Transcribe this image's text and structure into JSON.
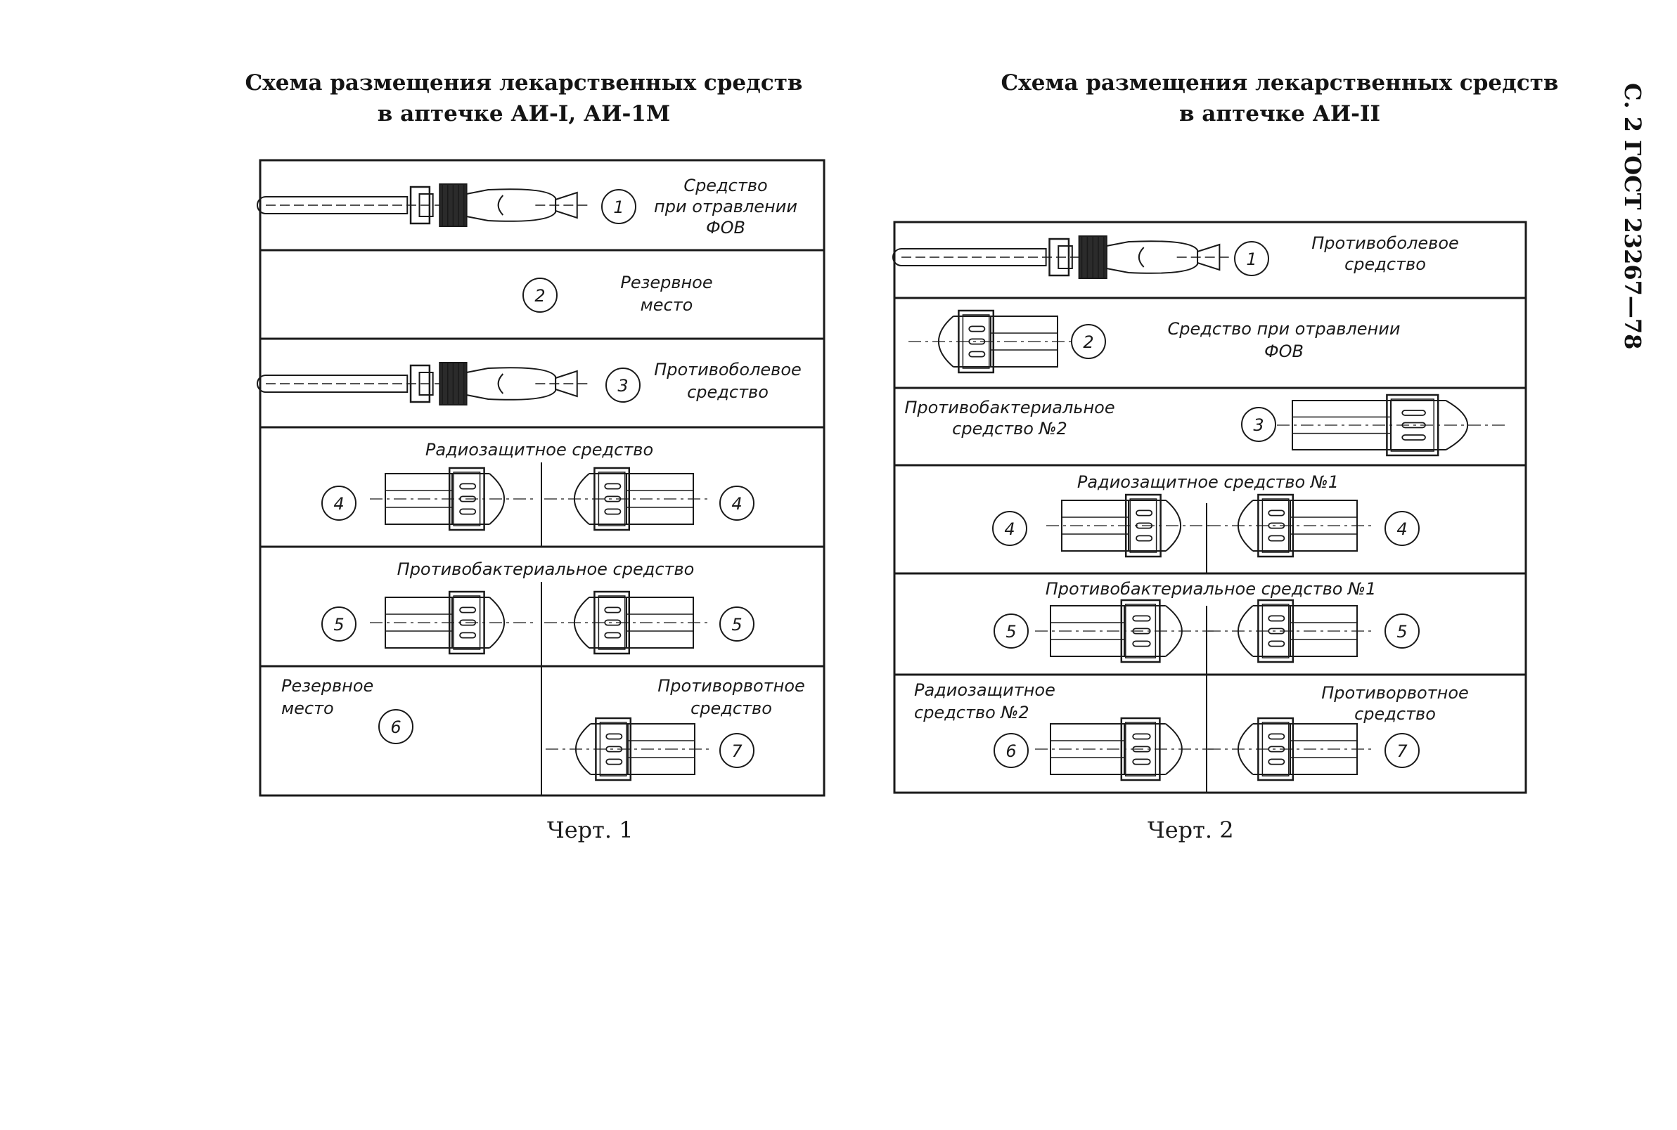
{
  "side_header": "С. 2 ГОСТ 23267—78",
  "figures": [
    {
      "id": "fig1",
      "title": [
        "Схема размещения лекарственных средств",
        "в аптечке АИ-I, АИ-1М"
      ],
      "caption": "Черт. 1",
      "cells": [
        {
          "num": "1",
          "label": [
            "Средство",
            "при отравлении",
            "ФОВ"
          ]
        },
        {
          "num": "2",
          "label": [
            "Резервное",
            "место"
          ]
        },
        {
          "num": "3",
          "label": [
            "Противоболевое",
            "средство"
          ]
        },
        {
          "num": "4",
          "label": [
            "Радиозащитное средство"
          ]
        },
        {
          "num": "4",
          "label": []
        },
        {
          "num": "5",
          "label": [
            "Противобактериальное средство"
          ]
        },
        {
          "num": "5",
          "label": []
        },
        {
          "num": "6",
          "label": [
            "Резервное",
            "место"
          ]
        },
        {
          "num": "7",
          "label": [
            "Противорвотное",
            "средство"
          ]
        }
      ]
    },
    {
      "id": "fig2",
      "title": [
        "Схема размещения лекарственных средств",
        "в аптечке АИ-II"
      ],
      "caption": "Черт. 2",
      "cells": [
        {
          "num": "1",
          "label": [
            "Противоболевое",
            "средство"
          ]
        },
        {
          "num": "2",
          "label": [
            "Средство при отравлении",
            "ФОВ"
          ]
        },
        {
          "num": "3",
          "label": [
            "Противобактериальное",
            "средство №2"
          ]
        },
        {
          "num": "4",
          "label": [
            "Радиозащитное средство №1"
          ]
        },
        {
          "num": "4",
          "label": []
        },
        {
          "num": "5",
          "label": [
            "Противобактериальное средство №1"
          ]
        },
        {
          "num": "5",
          "label": []
        },
        {
          "num": "6",
          "label": [
            "Радиозащитное",
            "средство №2"
          ]
        },
        {
          "num": "7",
          "label": [
            "Противорвотное",
            "средство"
          ]
        }
      ]
    }
  ]
}
